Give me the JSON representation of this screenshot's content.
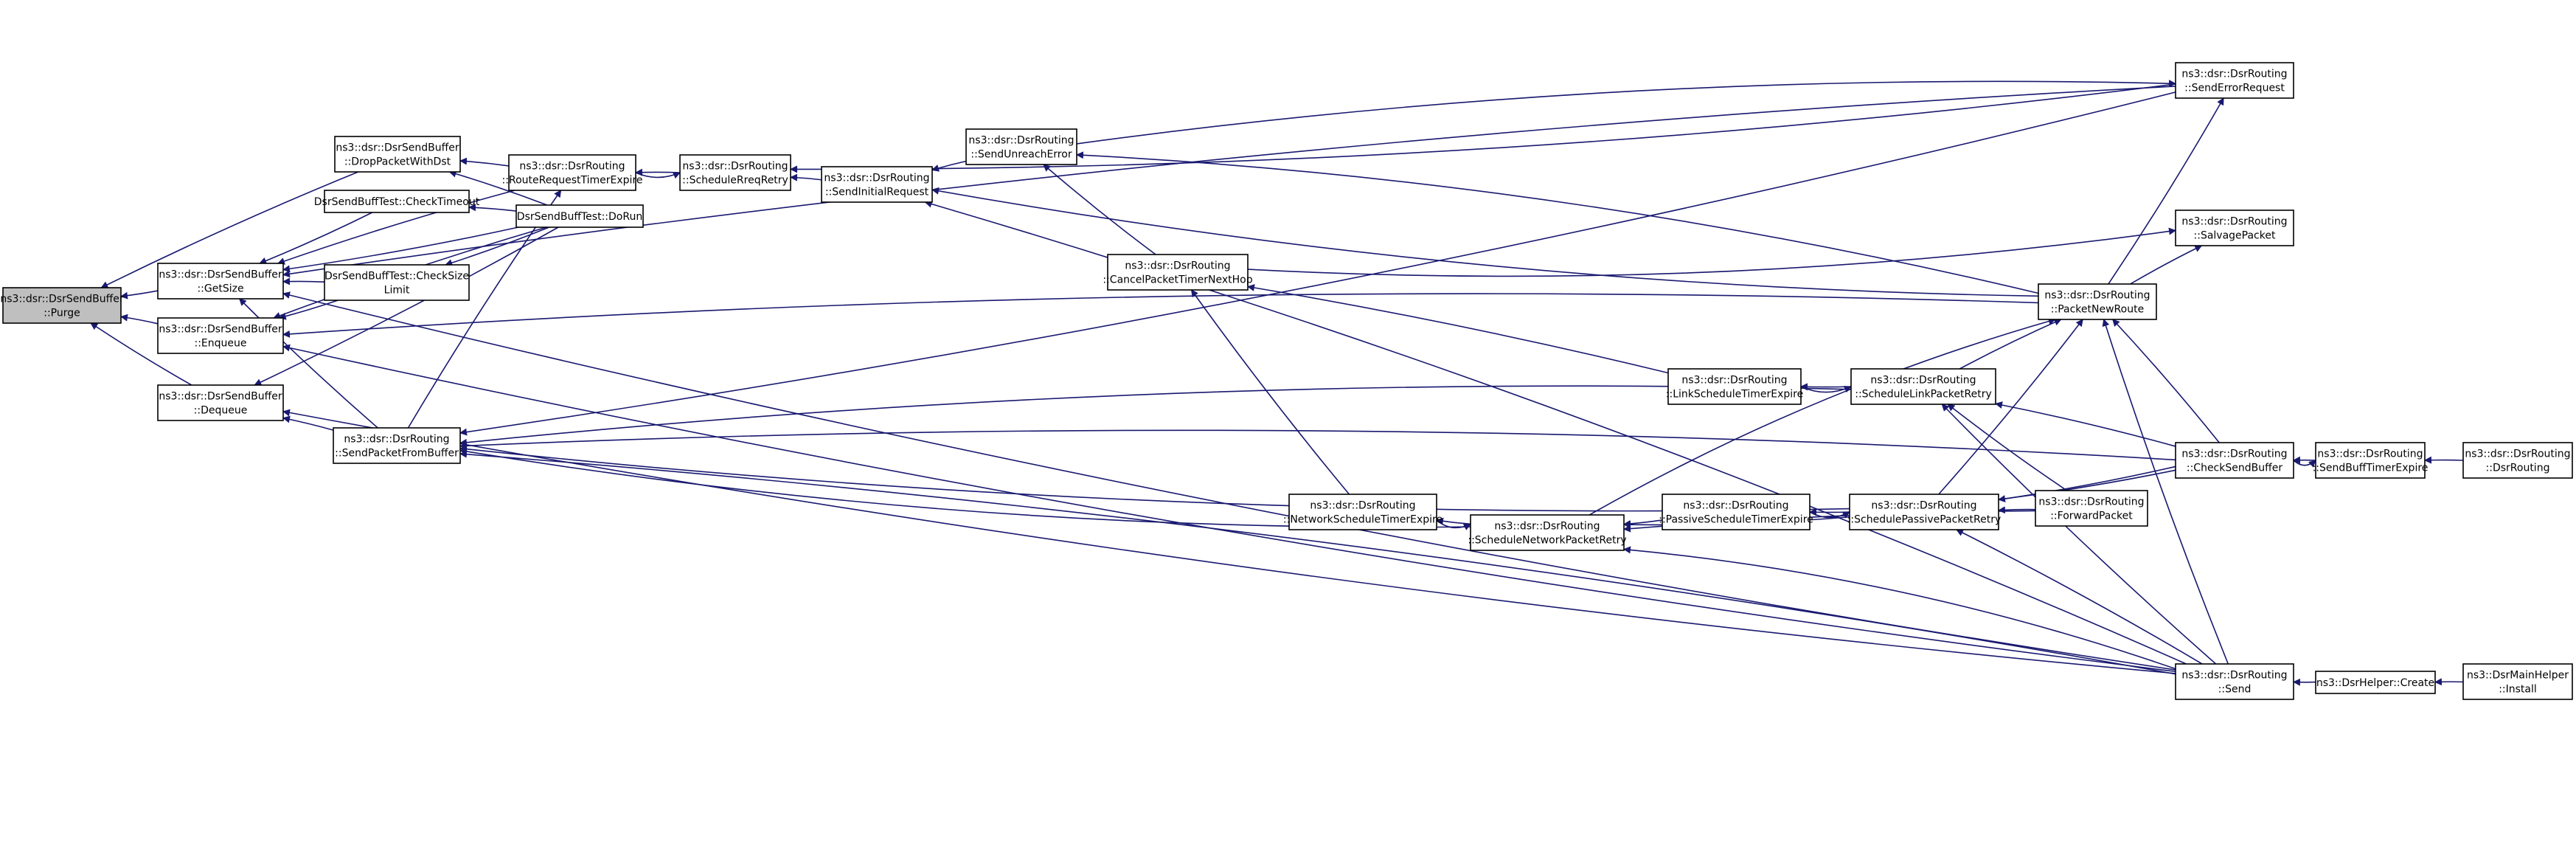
{
  "colors": {
    "edge": "#191970",
    "node_border": "#000000",
    "node_fill": "#ffffff",
    "root_fill": "#bfbfbf",
    "background": "#ffffff"
  },
  "nodes": [
    {
      "id": "purge",
      "lines": [
        "ns3::dsr::DsrSendBuffer",
        "::Purge"
      ],
      "root": true
    },
    {
      "id": "getsize",
      "lines": [
        "ns3::dsr::DsrSendBuffer",
        "::GetSize"
      ]
    },
    {
      "id": "enqueue",
      "lines": [
        "ns3::dsr::DsrSendBuffer",
        "::Enqueue"
      ]
    },
    {
      "id": "dequeue",
      "lines": [
        "ns3::dsr::DsrSendBuffer",
        "::Dequeue"
      ]
    },
    {
      "id": "droppacket",
      "lines": [
        "ns3::dsr::DsrSendBuffer",
        "::DropPacketWithDst"
      ]
    },
    {
      "id": "checktimeout",
      "lines": [
        "DsrSendBuffTest::CheckTimeout"
      ]
    },
    {
      "id": "checksizelimit",
      "lines": [
        "DsrSendBuffTest::CheckSize",
        "Limit"
      ]
    },
    {
      "id": "dorun",
      "lines": [
        "DsrSendBuffTest::DoRun"
      ]
    },
    {
      "id": "rrtimer",
      "lines": [
        "ns3::dsr::DsrRouting",
        "::RouteRequestTimerExpire"
      ]
    },
    {
      "id": "schedreq",
      "lines": [
        "ns3::dsr::DsrRouting",
        "::ScheduleRreqRetry"
      ]
    },
    {
      "id": "sendinit",
      "lines": [
        "ns3::dsr::DsrRouting",
        "::SendInitialRequest"
      ]
    },
    {
      "id": "sendunreach",
      "lines": [
        "ns3::dsr::DsrRouting",
        "::SendUnreachError"
      ]
    },
    {
      "id": "cancelpkt",
      "lines": [
        "ns3::dsr::DsrRouting",
        "::CancelPacketTimerNextHop"
      ]
    },
    {
      "id": "sendfrombuf",
      "lines": [
        "ns3::dsr::DsrRouting",
        "::SendPacketFromBuffer"
      ]
    },
    {
      "id": "netsched",
      "lines": [
        "ns3::dsr::DsrRouting",
        "::NetworkScheduleTimerExpire"
      ]
    },
    {
      "id": "schednet",
      "lines": [
        "ns3::dsr::DsrRouting",
        "::ScheduleNetworkPacketRetry"
      ]
    },
    {
      "id": "linksched",
      "lines": [
        "ns3::dsr::DsrRouting",
        "::LinkScheduleTimerExpire"
      ]
    },
    {
      "id": "schedlink",
      "lines": [
        "ns3::dsr::DsrRouting",
        "::ScheduleLinkPacketRetry"
      ]
    },
    {
      "id": "passched",
      "lines": [
        "ns3::dsr::DsrRouting",
        "::PassiveScheduleTimerExpire"
      ]
    },
    {
      "id": "schedpass",
      "lines": [
        "ns3::dsr::DsrRouting",
        "::SchedulePassivePacketRetry"
      ]
    },
    {
      "id": "fwdpkt",
      "lines": [
        "ns3::dsr::DsrRouting",
        "::ForwardPacket"
      ]
    },
    {
      "id": "pktnewroute",
      "lines": [
        "ns3::dsr::DsrRouting",
        "::PacketNewRoute"
      ]
    },
    {
      "id": "senderr",
      "lines": [
        "ns3::dsr::DsrRouting",
        "::SendErrorRequest"
      ]
    },
    {
      "id": "salvage",
      "lines": [
        "ns3::dsr::DsrRouting",
        "::SalvagePacket"
      ]
    },
    {
      "id": "checksendbuf",
      "lines": [
        "ns3::dsr::DsrRouting",
        "::CheckSendBuffer"
      ]
    },
    {
      "id": "sendbufftimer",
      "lines": [
        "ns3::dsr::DsrRouting",
        "::SendBuffTimerExpire"
      ]
    },
    {
      "id": "dsrrouting",
      "lines": [
        "ns3::dsr::DsrRouting",
        "::DsrRouting"
      ]
    },
    {
      "id": "send",
      "lines": [
        "ns3::dsr::DsrRouting",
        "::Send"
      ]
    },
    {
      "id": "helpercreate",
      "lines": [
        "ns3::DsrHelper::Create"
      ]
    },
    {
      "id": "mainhelper",
      "lines": [
        "ns3::DsrMainHelper",
        "::Install"
      ]
    }
  ],
  "edges": [
    [
      "getsize",
      "purge"
    ],
    [
      "enqueue",
      "purge"
    ],
    [
      "dequeue",
      "purge"
    ],
    [
      "droppacket",
      "purge"
    ],
    [
      "checktimeout",
      "getsize"
    ],
    [
      "checksizelimit",
      "getsize"
    ],
    [
      "dorun",
      "getsize"
    ],
    [
      "rrtimer",
      "getsize"
    ],
    [
      "sendfrombuf",
      "getsize"
    ],
    [
      "senderr",
      "getsize"
    ],
    [
      "send",
      "getsize"
    ],
    [
      "dorun",
      "checktimeout"
    ],
    [
      "dorun",
      "checksizelimit"
    ],
    [
      "dorun",
      "enqueue"
    ],
    [
      "dorun",
      "dequeue"
    ],
    [
      "dorun",
      "droppacket"
    ],
    [
      "checksizelimit",
      "enqueue"
    ],
    [
      "pktnewroute",
      "enqueue"
    ],
    [
      "send",
      "enqueue"
    ],
    [
      "sendfrombuf",
      "dequeue"
    ],
    [
      "send",
      "dequeue"
    ],
    [
      "rrtimer",
      "droppacket"
    ],
    [
      "sendfrombuf",
      "rrtimer"
    ],
    [
      "schedreq",
      "rrtimer"
    ],
    [
      "rrtimer",
      "schedreq"
    ],
    [
      "sendinit",
      "schedreq"
    ],
    [
      "senderr",
      "schedreq"
    ],
    [
      "sendunreach",
      "sendinit"
    ],
    [
      "pktnewroute",
      "sendinit"
    ],
    [
      "send",
      "sendinit"
    ],
    [
      "cancelpkt",
      "sendunreach"
    ],
    [
      "pktnewroute",
      "sendunreach"
    ],
    [
      "netsched",
      "cancelpkt"
    ],
    [
      "linksched",
      "cancelpkt"
    ],
    [
      "schednet",
      "sendfrombuf"
    ],
    [
      "schedlink",
      "sendfrombuf"
    ],
    [
      "schedpass",
      "sendfrombuf"
    ],
    [
      "checksendbuf",
      "sendfrombuf"
    ],
    [
      "senderr",
      "sendfrombuf"
    ],
    [
      "send",
      "sendfrombuf"
    ],
    [
      "schednet",
      "netsched"
    ],
    [
      "netsched",
      "schednet"
    ],
    [
      "passched",
      "schednet"
    ],
    [
      "fwdpkt",
      "schednet"
    ],
    [
      "checksendbuf",
      "schednet"
    ],
    [
      "send",
      "schednet"
    ],
    [
      "schedlink",
      "linksched"
    ],
    [
      "linksched",
      "schedlink"
    ],
    [
      "schedpass",
      "passched"
    ],
    [
      "passched",
      "schedpass"
    ],
    [
      "fwdpkt",
      "schedlink"
    ],
    [
      "checksendbuf",
      "schedlink"
    ],
    [
      "send",
      "schedlink"
    ],
    [
      "fwdpkt",
      "schedpass"
    ],
    [
      "checksendbuf",
      "schedpass"
    ],
    [
      "send",
      "schedpass"
    ],
    [
      "schedlink",
      "pktnewroute"
    ],
    [
      "schedpass",
      "pktnewroute"
    ],
    [
      "schednet",
      "pktnewroute"
    ],
    [
      "checksendbuf",
      "pktnewroute"
    ],
    [
      "send",
      "pktnewroute"
    ],
    [
      "pktnewroute",
      "senderr"
    ],
    [
      "sendunreach",
      "senderr"
    ],
    [
      "cancelpkt",
      "salvage"
    ],
    [
      "pktnewroute",
      "salvage"
    ],
    [
      "sendbufftimer",
      "checksendbuf"
    ],
    [
      "checksendbuf",
      "sendbufftimer"
    ],
    [
      "dsrrouting",
      "sendbufftimer"
    ],
    [
      "helpercreate",
      "send"
    ],
    [
      "mainhelper",
      "helpercreate"
    ]
  ]
}
